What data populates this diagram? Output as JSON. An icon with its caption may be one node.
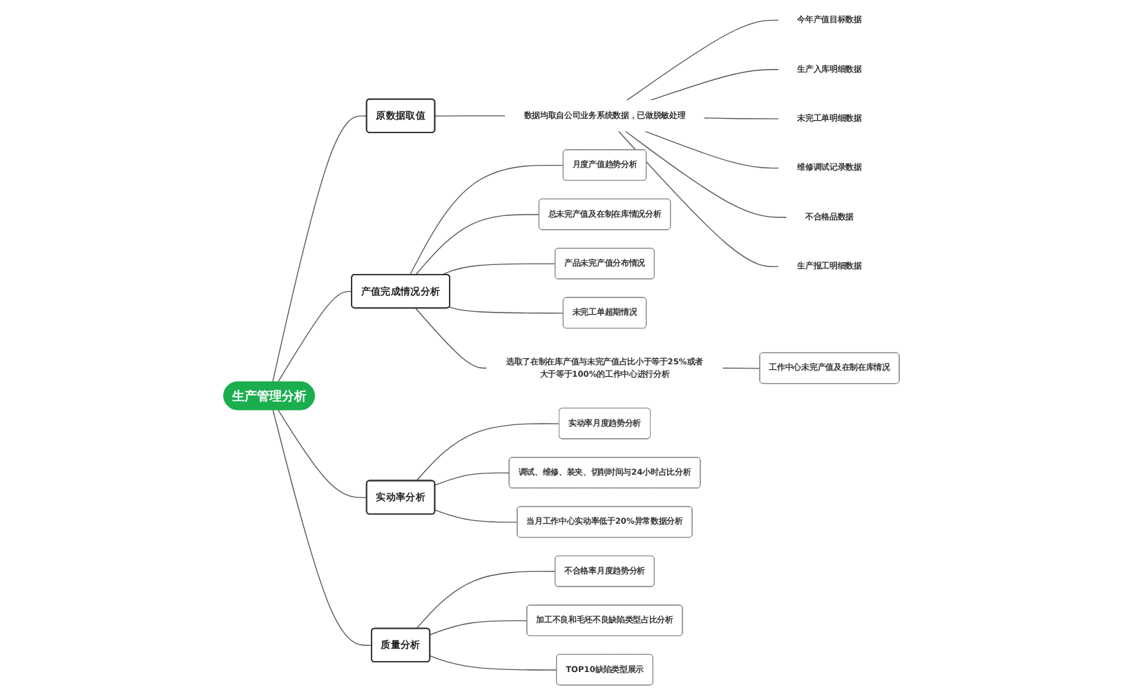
{
  "diagram": {
    "nodes": [
      {
        "text": [
          "生产管理分析"
        ]
      },
      {
        "text": [
          "原数据取值"
        ]
      },
      {
        "text": [
          "数据均取自公司业务系统数据，已做脱敏处理"
        ]
      },
      {
        "text": [
          "今年产值目标数据"
        ]
      },
      {
        "text": [
          "生产入库明细数据"
        ]
      },
      {
        "text": [
          "未完工单明细数据"
        ]
      },
      {
        "text": [
          "维修调试记录数据"
        ]
      },
      {
        "text": [
          "不合格品数据"
        ]
      },
      {
        "text": [
          "生产报工明细数据"
        ]
      },
      {
        "text": [
          "产值完成情况分析"
        ]
      },
      {
        "text": [
          "月度产值趋势分析"
        ]
      },
      {
        "text": [
          "总未完产值及在制在库情况分析"
        ]
      },
      {
        "text": [
          "产品未完产值分布情况"
        ]
      },
      {
        "text": [
          "未完工单超期情况"
        ]
      },
      {
        "text": [
          "选取了在制在库产值与未完产值占比小于等于25%或者大于等于100%的工作中心进行分析"
        ]
      },
      {
        "text": [
          "工作中心未完产值及在制在库情况"
        ]
      },
      {
        "text": [
          "实动率分析"
        ]
      },
      {
        "text": [
          "实动率月度趋势分析"
        ]
      },
      {
        "text": [
          "调试、维修、装夹、切削时间与24小时占比分析"
        ]
      },
      {
        "text": [
          "当月工作中心实动率低于20%异常数据分析"
        ]
      },
      {
        "text": [
          "质量分析"
        ]
      },
      {
        "text": [
          "不合格率月度趋势分析"
        ]
      },
      {
        "text": [
          "加工不良和毛坯不良缺陷类型占比分析"
        ]
      },
      {
        "text": [
          "TOP10缺陷类型展示"
        ]
      }
    ],
    "edges": [
      {
        "from": 0,
        "to": 1,
        "arrow": "none"
      },
      {
        "from": 1,
        "to": 2,
        "arrow": "none"
      },
      {
        "from": 2,
        "to": 3,
        "arrow": "none"
      },
      {
        "from": 2,
        "to": 4,
        "arrow": "none"
      },
      {
        "from": 2,
        "to": 5,
        "arrow": "none"
      },
      {
        "from": 2,
        "to": 6,
        "arrow": "none"
      },
      {
        "from": 2,
        "to": 7,
        "arrow": "none"
      },
      {
        "from": 2,
        "to": 8,
        "arrow": "none"
      },
      {
        "from": 0,
        "to": 9,
        "arrow": "none"
      },
      {
        "from": 9,
        "to": 10,
        "arrow": "none"
      },
      {
        "from": 9,
        "to": 11,
        "arrow": "none"
      },
      {
        "from": 9,
        "to": 12,
        "arrow": "none"
      },
      {
        "from": 9,
        "to": 13,
        "arrow": "none"
      },
      {
        "from": 9,
        "to": 14,
        "arrow": "none"
      },
      {
        "from": 14,
        "to": 15,
        "arrow": "none"
      },
      {
        "from": 0,
        "to": 16,
        "arrow": "none"
      },
      {
        "from": 16,
        "to": 17,
        "arrow": "none"
      },
      {
        "from": 16,
        "to": 18,
        "arrow": "none"
      },
      {
        "from": 16,
        "to": 19,
        "arrow": "none"
      },
      {
        "from": 0,
        "to": 20,
        "arrow": "none"
      },
      {
        "from": 20,
        "to": 21,
        "arrow": "none"
      },
      {
        "from": 20,
        "to": 22,
        "arrow": "none"
      },
      {
        "from": 20,
        "to": 23,
        "arrow": "none"
      }
    ]
  }
}
